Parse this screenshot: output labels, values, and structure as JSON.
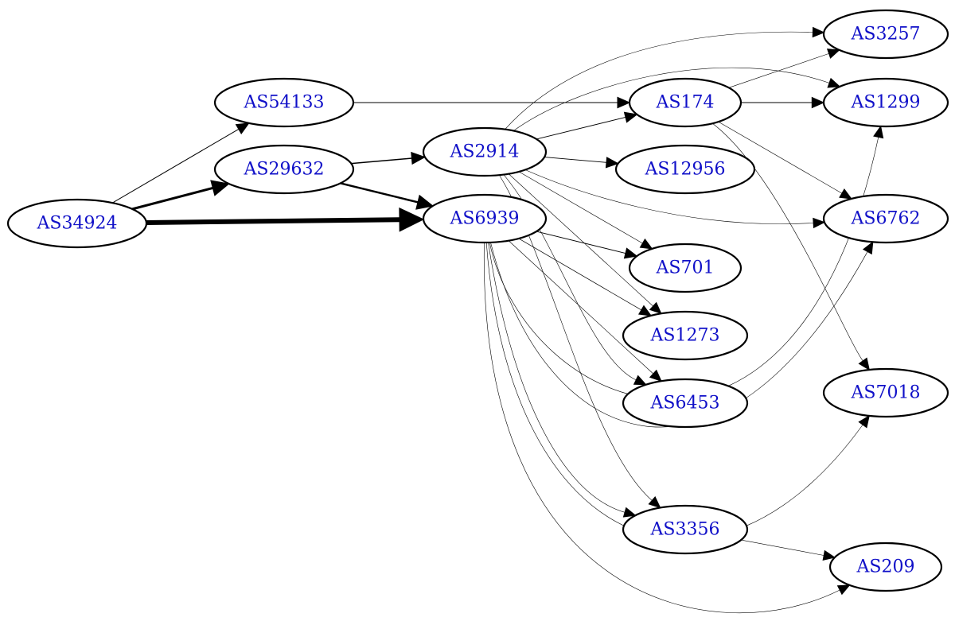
{
  "graph": {
    "nodes": [
      {
        "id": "AS34924",
        "label": "AS34924"
      },
      {
        "id": "AS54133",
        "label": "AS54133"
      },
      {
        "id": "AS29632",
        "label": "AS29632"
      },
      {
        "id": "AS2914",
        "label": "AS2914"
      },
      {
        "id": "AS6939",
        "label": "AS6939"
      },
      {
        "id": "AS174",
        "label": "AS174"
      },
      {
        "id": "AS12956",
        "label": "AS12956"
      },
      {
        "id": "AS701",
        "label": "AS701"
      },
      {
        "id": "AS1273",
        "label": "AS1273"
      },
      {
        "id": "AS6453",
        "label": "AS6453"
      },
      {
        "id": "AS3356",
        "label": "AS3356"
      },
      {
        "id": "AS3257",
        "label": "AS3257"
      },
      {
        "id": "AS1299",
        "label": "AS1299"
      },
      {
        "id": "AS6762",
        "label": "AS6762"
      },
      {
        "id": "AS7018",
        "label": "AS7018"
      },
      {
        "id": "AS209",
        "label": "AS209"
      }
    ],
    "edges": [
      {
        "from": "AS34924",
        "to": "AS54133",
        "weight": 1
      },
      {
        "from": "AS34924",
        "to": "AS29632",
        "weight": 3
      },
      {
        "from": "AS34924",
        "to": "AS6939",
        "weight": 6
      },
      {
        "from": "AS54133",
        "to": "AS174",
        "weight": 1
      },
      {
        "from": "AS29632",
        "to": "AS2914",
        "weight": 1.5
      },
      {
        "from": "AS29632",
        "to": "AS6939",
        "weight": 2.5
      },
      {
        "from": "AS2914",
        "to": "AS174",
        "weight": 0.9
      },
      {
        "from": "AS2914",
        "to": "AS12956",
        "weight": 0.9
      },
      {
        "from": "AS2914",
        "to": "AS3257",
        "weight": 0.6
      },
      {
        "from": "AS2914",
        "to": "AS1299",
        "weight": 0.6
      },
      {
        "from": "AS2914",
        "to": "AS6762",
        "weight": 0.6
      },
      {
        "from": "AS2914",
        "to": "AS701",
        "weight": 0.6
      },
      {
        "from": "AS2914",
        "to": "AS1273",
        "weight": 0.6
      },
      {
        "from": "AS2914",
        "to": "AS6453",
        "weight": 0.6
      },
      {
        "from": "AS2914",
        "to": "AS3356",
        "weight": 0.6
      },
      {
        "from": "AS6939",
        "to": "AS701",
        "weight": 0.9
      },
      {
        "from": "AS6939",
        "to": "AS1273",
        "weight": 0.7
      },
      {
        "from": "AS6939",
        "to": "AS6453",
        "weight": 0.6
      },
      {
        "from": "AS6939",
        "to": "AS3356",
        "weight": 0.6
      },
      {
        "from": "AS6939",
        "to": "AS1299",
        "weight": 0.6
      },
      {
        "from": "AS6939",
        "to": "AS6762",
        "weight": 0.6
      },
      {
        "from": "AS6939",
        "to": "AS7018",
        "weight": 0.6
      },
      {
        "from": "AS6939",
        "to": "AS209",
        "weight": 0.6
      },
      {
        "from": "AS174",
        "to": "AS3257",
        "weight": 0.6
      },
      {
        "from": "AS174",
        "to": "AS1299",
        "weight": 0.9
      },
      {
        "from": "AS174",
        "to": "AS6762",
        "weight": 0.6
      },
      {
        "from": "AS174",
        "to": "AS7018",
        "weight": 0.6
      },
      {
        "from": "AS3356",
        "to": "AS209",
        "weight": 0.6
      }
    ]
  },
  "colors": {
    "label": "#1010c8",
    "stroke": "#000000",
    "background": "#ffffff"
  }
}
